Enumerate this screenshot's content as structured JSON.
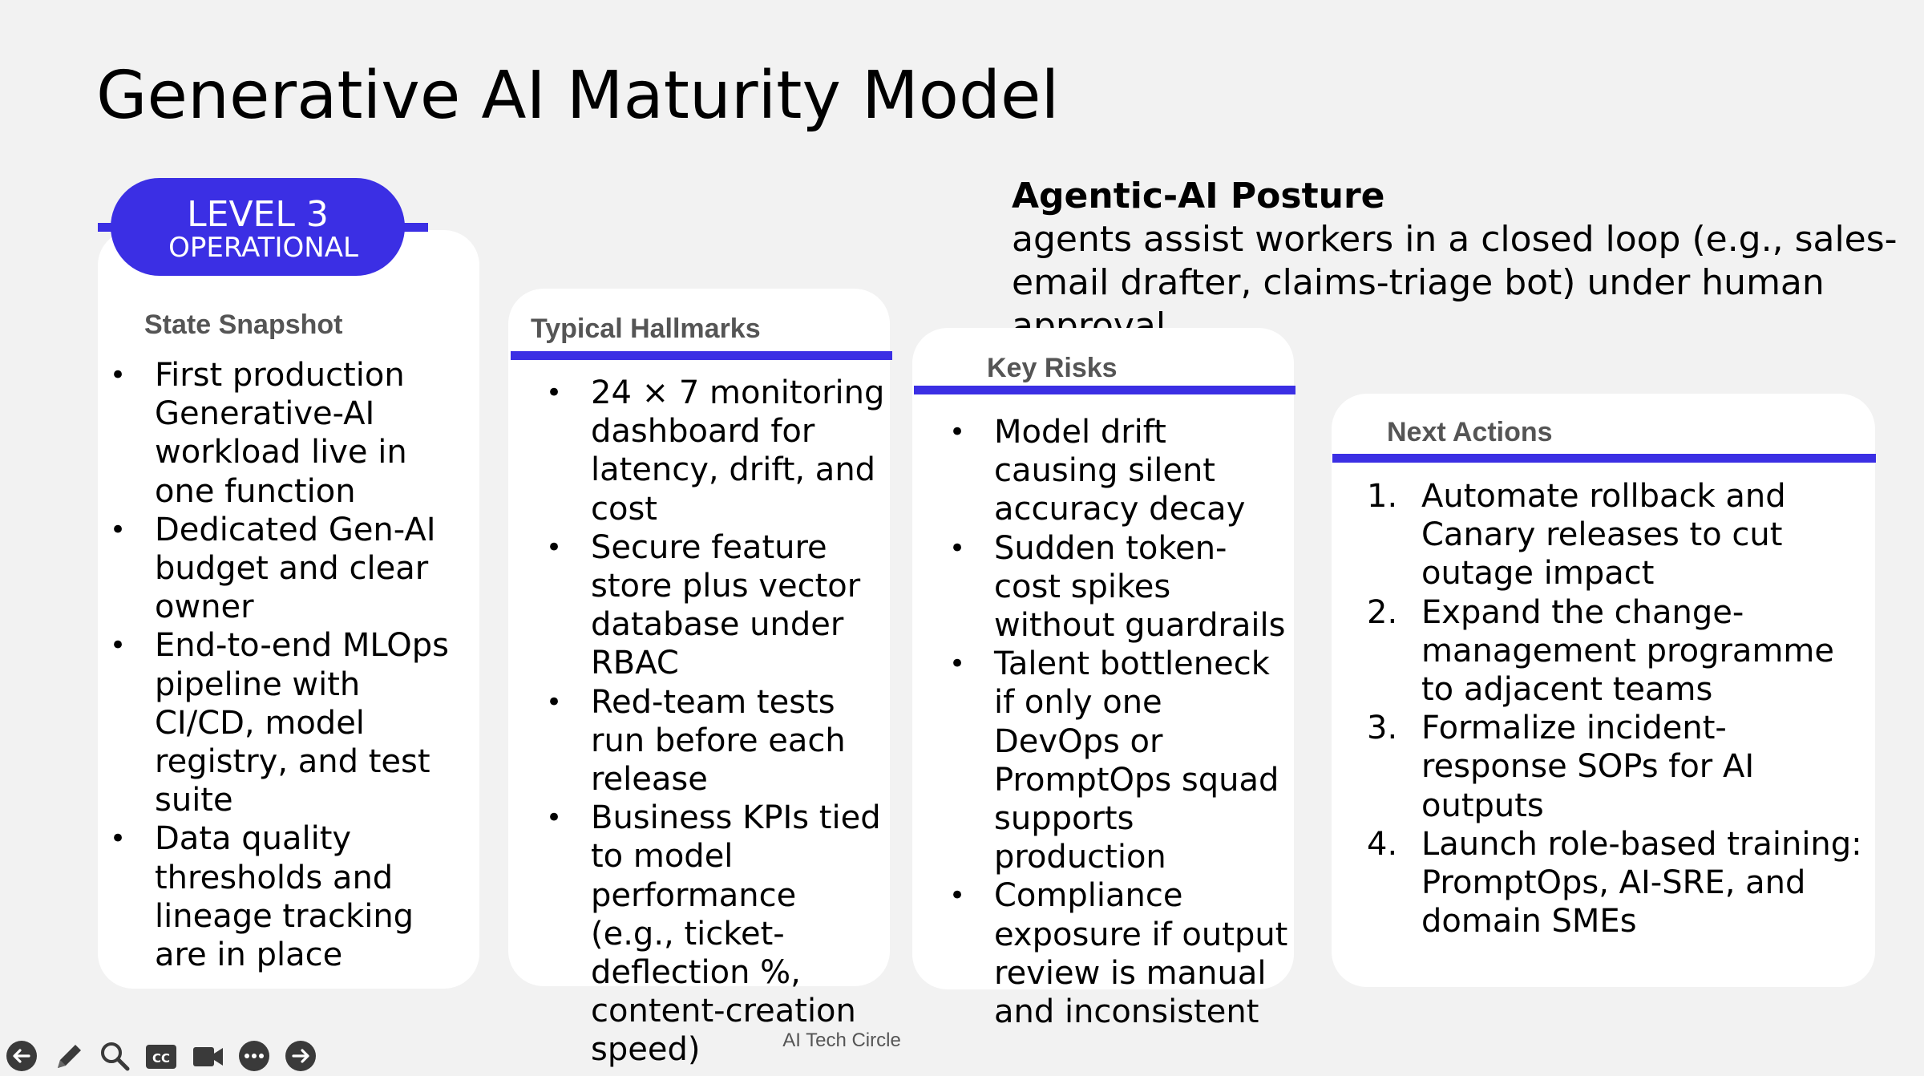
{
  "slide": {
    "title": "Generative AI Maturity Model",
    "accent_color": "#3b2fe4",
    "level": {
      "number": "LEVEL 3",
      "name": "OPERATIONAL"
    },
    "posture": {
      "heading": "Agentic-AI Posture",
      "text": "agents assist workers in a closed loop (e.g., sales-email drafter, claims-triage bot) under human approval."
    },
    "cards": [
      {
        "heading": "State Snapshot",
        "items": [
          "First production Generative-AI workload live in one function",
          "Dedicated Gen-AI budget and clear owner",
          "End-to-end MLOps pipeline with CI/CD, model registry, and test suite",
          "Data quality thresholds and lineage tracking are in place"
        ]
      },
      {
        "heading": "Typical Hallmarks",
        "items": [
          "24 × 7 monitoring dashboard for latency, drift, and cost",
          "Secure feature store plus vector database under RBAC",
          "Red-team tests run before each release",
          "Business KPIs tied to model performance (e.g., ticket-deflection %, content-creation speed)"
        ]
      },
      {
        "heading": "Key Risks",
        "items": [
          "Model drift causing silent accuracy decay",
          "Sudden token-cost spikes without guardrails",
          "Talent bottleneck if only one DevOps or PromptOps squad supports production",
          "Compliance exposure if output review is manual and inconsistent"
        ]
      },
      {
        "heading": "Next Actions",
        "items": [
          "Automate rollback and Canary releases to cut outage impact",
          "Expand the change-management programme to adjacent teams",
          "Formalize incident-response SOPs for AI outputs",
          "Launch role-based training: PromptOps, AI-SRE, and domain SMEs"
        ]
      }
    ],
    "footer": "AI Tech Circle"
  },
  "toolbar": {
    "icons": [
      "back-arrow-icon",
      "pen-icon",
      "zoom-icon",
      "captions-icon",
      "video-icon",
      "more-icon",
      "forward-arrow-icon"
    ]
  }
}
